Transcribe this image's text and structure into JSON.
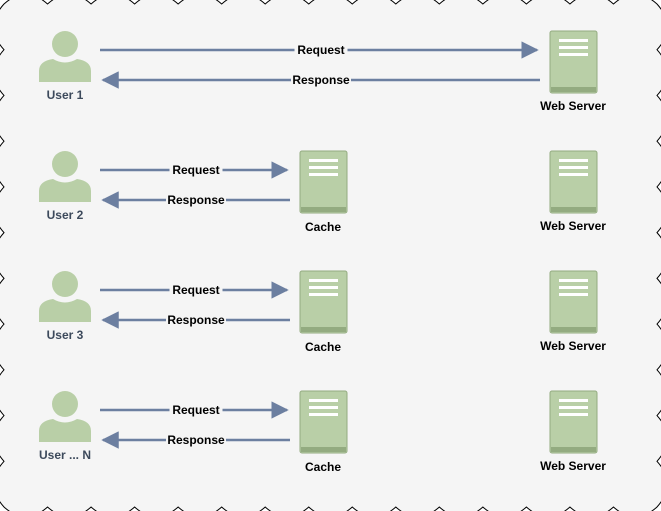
{
  "colors": {
    "cloud_fill": "#f5f5f5",
    "cloud_stroke": "#000000",
    "node_fill": "#b9cfa7",
    "node_stroke": "#93ab80",
    "node_lines": "#ffffff",
    "arrow": "#6c7fa0",
    "user_label": "#3d4a5c"
  },
  "icons": {
    "user": "user-icon",
    "server": "server-icon"
  },
  "rows": [
    {
      "user": "User 1",
      "cache": null,
      "server": "Web Server",
      "request": "Request",
      "response": "Response"
    },
    {
      "user": "User 2",
      "cache": "Cache",
      "server": "Web Server",
      "request": "Request",
      "response": "Response"
    },
    {
      "user": "User 3",
      "cache": "Cache",
      "server": "Web Server",
      "request": "Request",
      "response": "Response"
    },
    {
      "user": "User ... N",
      "cache": "Cache",
      "server": "Web Server",
      "request": "Request",
      "response": "Response"
    }
  ]
}
